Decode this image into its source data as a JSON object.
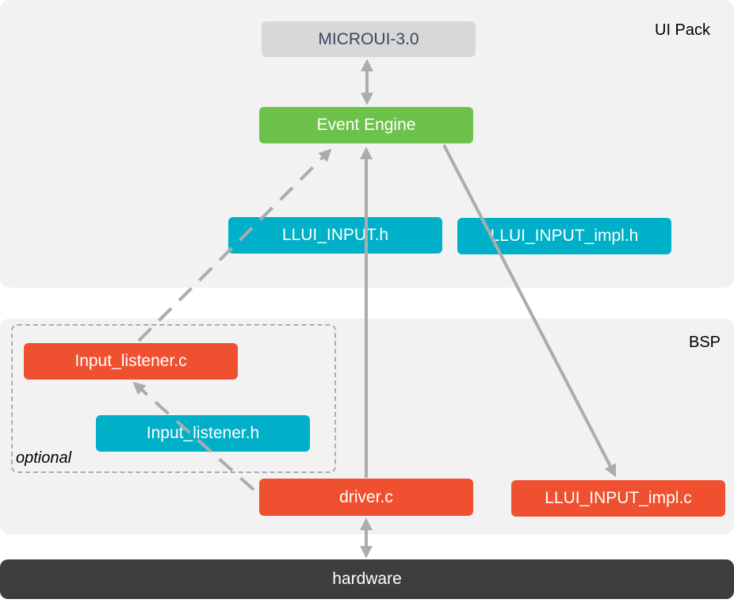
{
  "regions": {
    "ui_pack": "UI Pack",
    "bsp": "BSP"
  },
  "boxes": {
    "microui": "MICROUI-3.0",
    "event_engine": "Event Engine",
    "llui_input_h": "LLUI_INPUT.h",
    "llui_input_impl_h": "LLUI_INPUT_impl.h",
    "input_listener_c": "Input_listener.c",
    "input_listener_h": "Input_listener.h",
    "driver_c": "driver.c",
    "llui_input_impl_c": "LLUI_INPUT_impl.c",
    "hardware": "hardware"
  },
  "optional_label": "optional",
  "colors": {
    "region": "#f2f2f2",
    "gray_box": "#d8d8d8",
    "green_box": "#6cc24a",
    "teal_box": "#00afc8",
    "red_box": "#ef5130",
    "dark_box": "#3d3d3d",
    "arrow": "#a8adaf"
  }
}
